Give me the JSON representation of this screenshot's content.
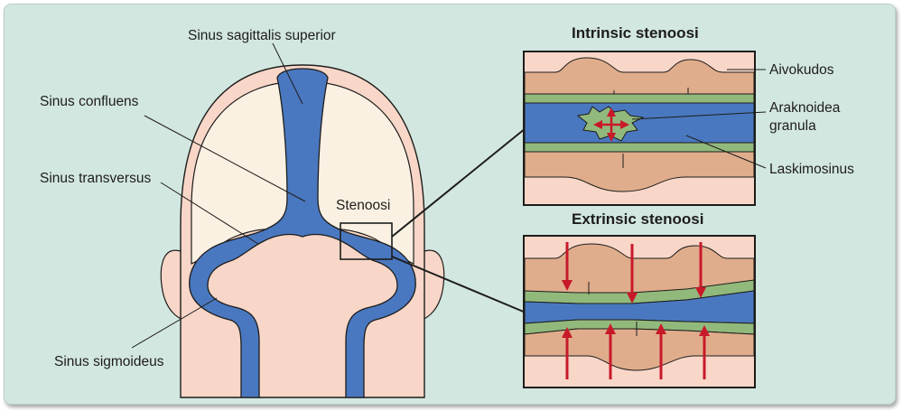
{
  "labels": {
    "sss": "Sinus sagittalis superior",
    "confluens": "Sinus confluens",
    "transversus": "Sinus transversus",
    "sigmoideus": "Sinus sigmoideus",
    "stenoosi": "Stenoosi",
    "aivokudos": "Aivokudos",
    "araknoidea_line1": "Araknoidea",
    "araknoidea_line2": "granula",
    "laskimosinus": "Laskimosinus"
  },
  "panels": {
    "intrinsic_title": "Intrinsic stenoosi",
    "extrinsic_title": "Extrinsic stenoosi"
  },
  "colors": {
    "background": "#d3e7e1",
    "skin": "#f8d6c8",
    "brain": "#fbf1e3",
    "brain_tissue": "#e0ad8c",
    "sinus": "#4a78c0",
    "arachnoid": "#92b97c",
    "arrow": "#c8192a"
  }
}
